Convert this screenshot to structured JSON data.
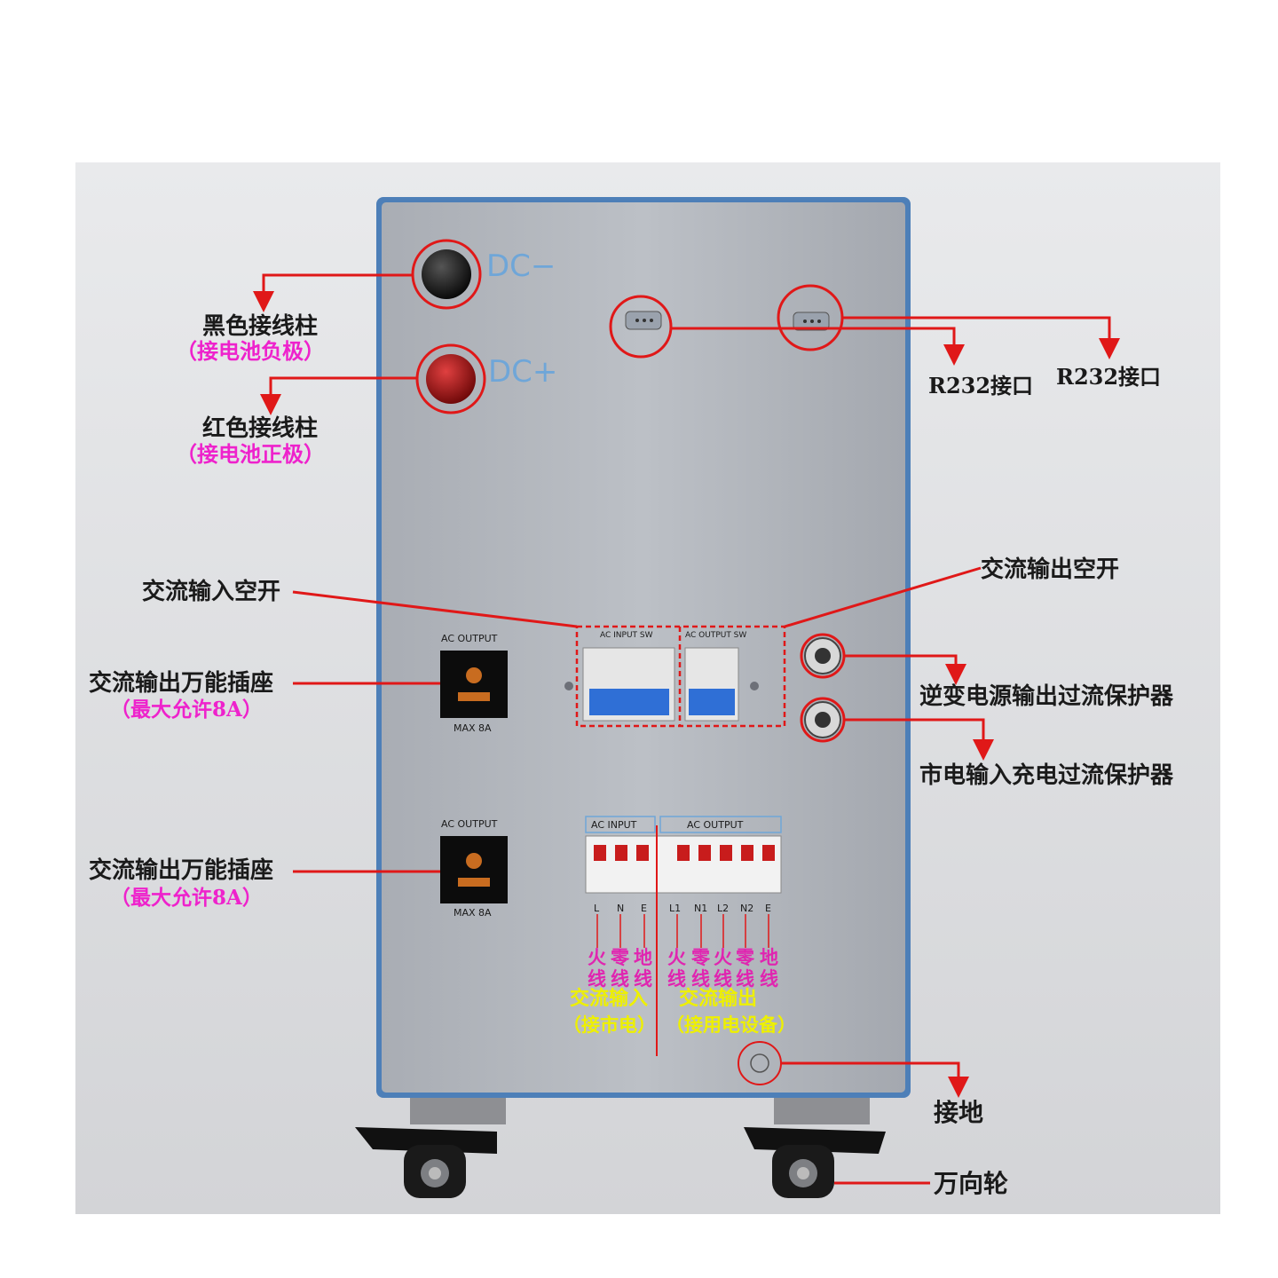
{
  "panel": {
    "dc_minus": "DC−",
    "dc_plus": "DC+",
    "ac_output_1": "AC OUTPUT",
    "max_1": "MAX 8A",
    "ac_output_2": "AC OUTPUT",
    "max_2": "MAX 8A",
    "ac_input_sw": "AC INPUT SW",
    "ac_output_sw": "AC OUTPUT SW",
    "terminal_ac_input": "AC INPUT",
    "terminal_ac_output": "AC OUTPUT",
    "terminal_labels": [
      "L",
      "N",
      "E",
      "L1",
      "N1",
      "L2",
      "N2",
      "E"
    ]
  },
  "callouts": {
    "black_post": "黑色接线柱",
    "black_post_sub": "（接电池负极）",
    "red_post": "红色接线柱",
    "red_post_sub": "（接电池正极）",
    "r232_1": "R232接口",
    "r232_2": "R232接口",
    "ac_input_breaker": "交流输入空开",
    "ac_output_breaker": "交流输出空开",
    "socket_1": "交流输出万能插座",
    "socket_1_sub": "（最大允许8A）",
    "socket_2": "交流输出万能插座",
    "socket_2_sub": "（最大允许8A）",
    "inverter_protector": "逆变电源输出过流保护器",
    "mains_protector": "市电输入充电过流保护器",
    "ground": "接地",
    "caster": "万向轮"
  },
  "wires": {
    "fire": "火",
    "zero": "零",
    "earth": "地",
    "line": "线",
    "ac_in": "交流输入",
    "ac_in_sub": "（接市电）",
    "ac_out": "交流输出",
    "ac_out_sub": "（接用电设备）"
  },
  "colors": {
    "cabinet": "#b4b8bf",
    "frame": "#4d7fb8",
    "accent_red": "#e01818",
    "label_pink": "#ee22cc",
    "label_yellow": "#eef000",
    "label_blue": "#6fa6d8"
  }
}
